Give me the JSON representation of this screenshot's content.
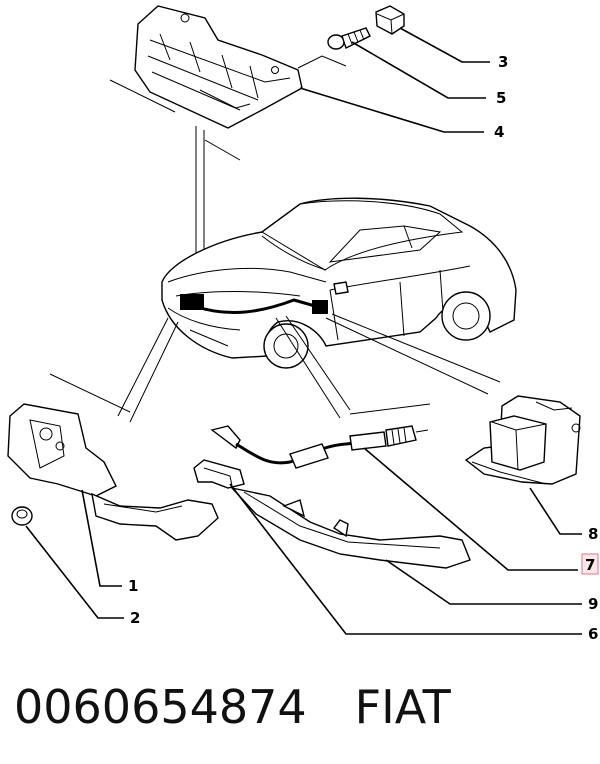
{
  "callouts": {
    "c1": "1",
    "c2": "2",
    "c3": "3",
    "c4": "4",
    "c5": "5",
    "c6": "6",
    "c7": "7",
    "c8": "8",
    "c9": "9"
  },
  "caption": {
    "part_number": "0060654874",
    "brand": "FIAT"
  },
  "colors": {
    "highlight_fill": "#fde7ea",
    "highlight_border": "#d98e98"
  }
}
